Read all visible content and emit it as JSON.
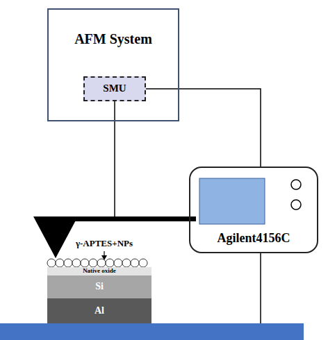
{
  "diagram": {
    "nodes": [
      {
        "text": [
          "AFM System"
        ]
      },
      {
        "text": [
          "SMU"
        ],
        "in": 0
      },
      {
        "text": [
          "Agilent4156C"
        ]
      },
      {
        "text": [
          "Native oxide"
        ]
      },
      {
        "text": [
          "Si"
        ]
      },
      {
        "text": [
          "Al"
        ]
      }
    ],
    "edges": [
      {
        "from": 1,
        "to": 2,
        "arrow": "none"
      }
    ],
    "labels": [
      "γ-APTES+NPs"
    ]
  }
}
